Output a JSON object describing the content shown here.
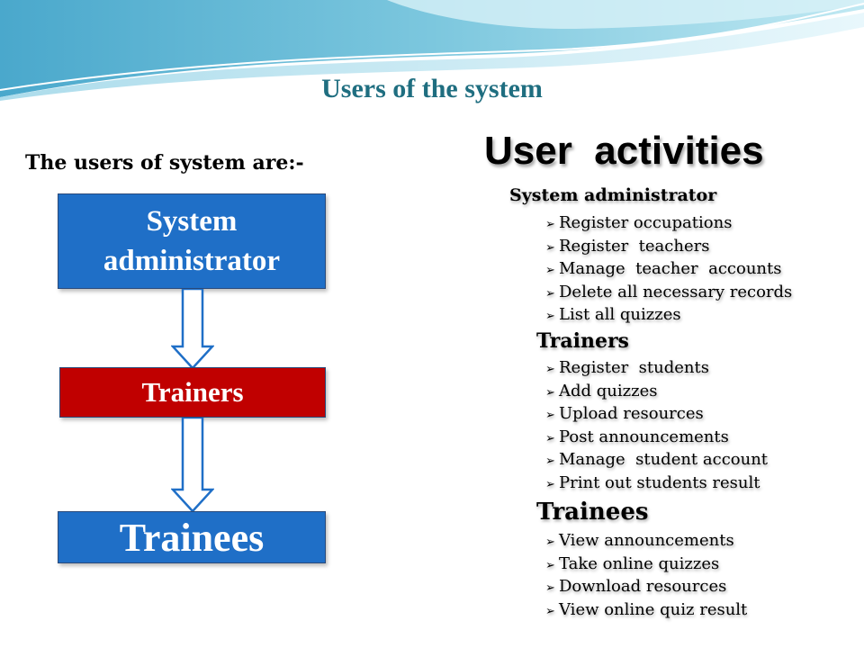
{
  "slide": {
    "title": "Users of the system",
    "intro": "The users of  system are:-"
  },
  "diagram": {
    "boxes": [
      {
        "label_line1": "System",
        "label_line2": "administrator",
        "color": "#1f6fc7"
      },
      {
        "label": "Trainers",
        "color": "#c00000"
      },
      {
        "label": "Trainees",
        "color": "#1f6fc7"
      }
    ]
  },
  "activities": {
    "title": "User  activities",
    "bullet_icon": "arrow-bullet-icon",
    "roles": [
      {
        "heading": "System administrator",
        "items": [
          "Register occupations",
          "Register  teachers",
          "Manage  teacher  accounts",
          "Delete all necessary records",
          "List all quizzes"
        ]
      },
      {
        "heading": "Trainers",
        "items": [
          "Register  students",
          "Add quizzes",
          "Upload resources",
          "Post announcements",
          "Manage  student account",
          "Print out students result"
        ]
      },
      {
        "heading": "Trainees",
        "items": [
          "View announcements",
          "Take online quizzes",
          "Download resources",
          "View online quiz result"
        ]
      }
    ]
  },
  "colors": {
    "title": "#1f6e80",
    "admin_box": "#1f6fc7",
    "trainers_box": "#c00000",
    "trainees_box": "#1f6fc7"
  }
}
